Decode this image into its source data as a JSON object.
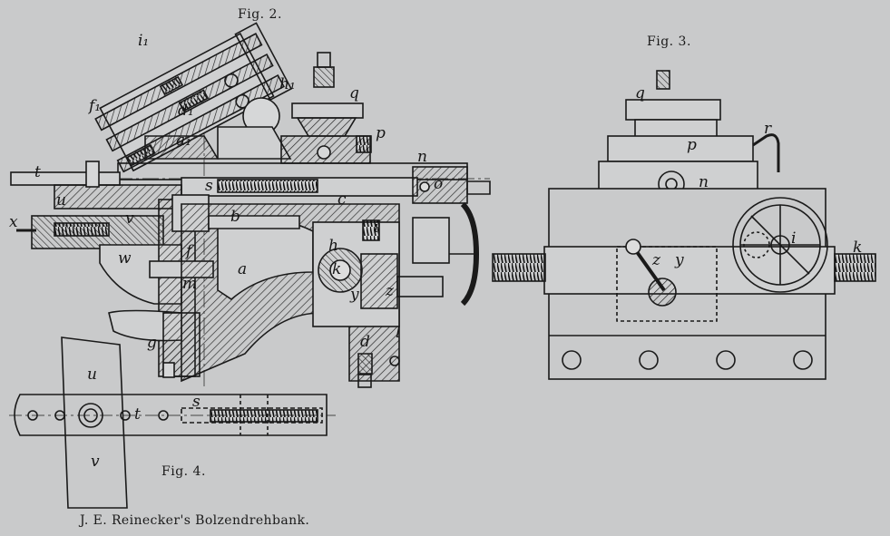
{
  "figures": {
    "fig2": {
      "title": "Fig. 2."
    },
    "fig3": {
      "title": "Fig. 3."
    },
    "fig4": {
      "title": "Fig. 4."
    }
  },
  "caption": "J. E. Reinecker's Bolzendrehbank.",
  "labels": {
    "fig2": [
      "i₁",
      "h₁",
      "f₁",
      "d₁",
      "a₁",
      "q",
      "p",
      "n",
      "o",
      "c",
      "s",
      "t",
      "u",
      "x",
      "v",
      "b",
      "w",
      "f",
      "m",
      "a",
      "g",
      "h",
      "k",
      "y",
      "z",
      "i",
      "d",
      "l"
    ],
    "fig3": [
      "q",
      "p",
      "r",
      "n",
      "i",
      "k",
      "z",
      "y"
    ],
    "fig4": [
      "u",
      "t",
      "s",
      "v"
    ]
  }
}
